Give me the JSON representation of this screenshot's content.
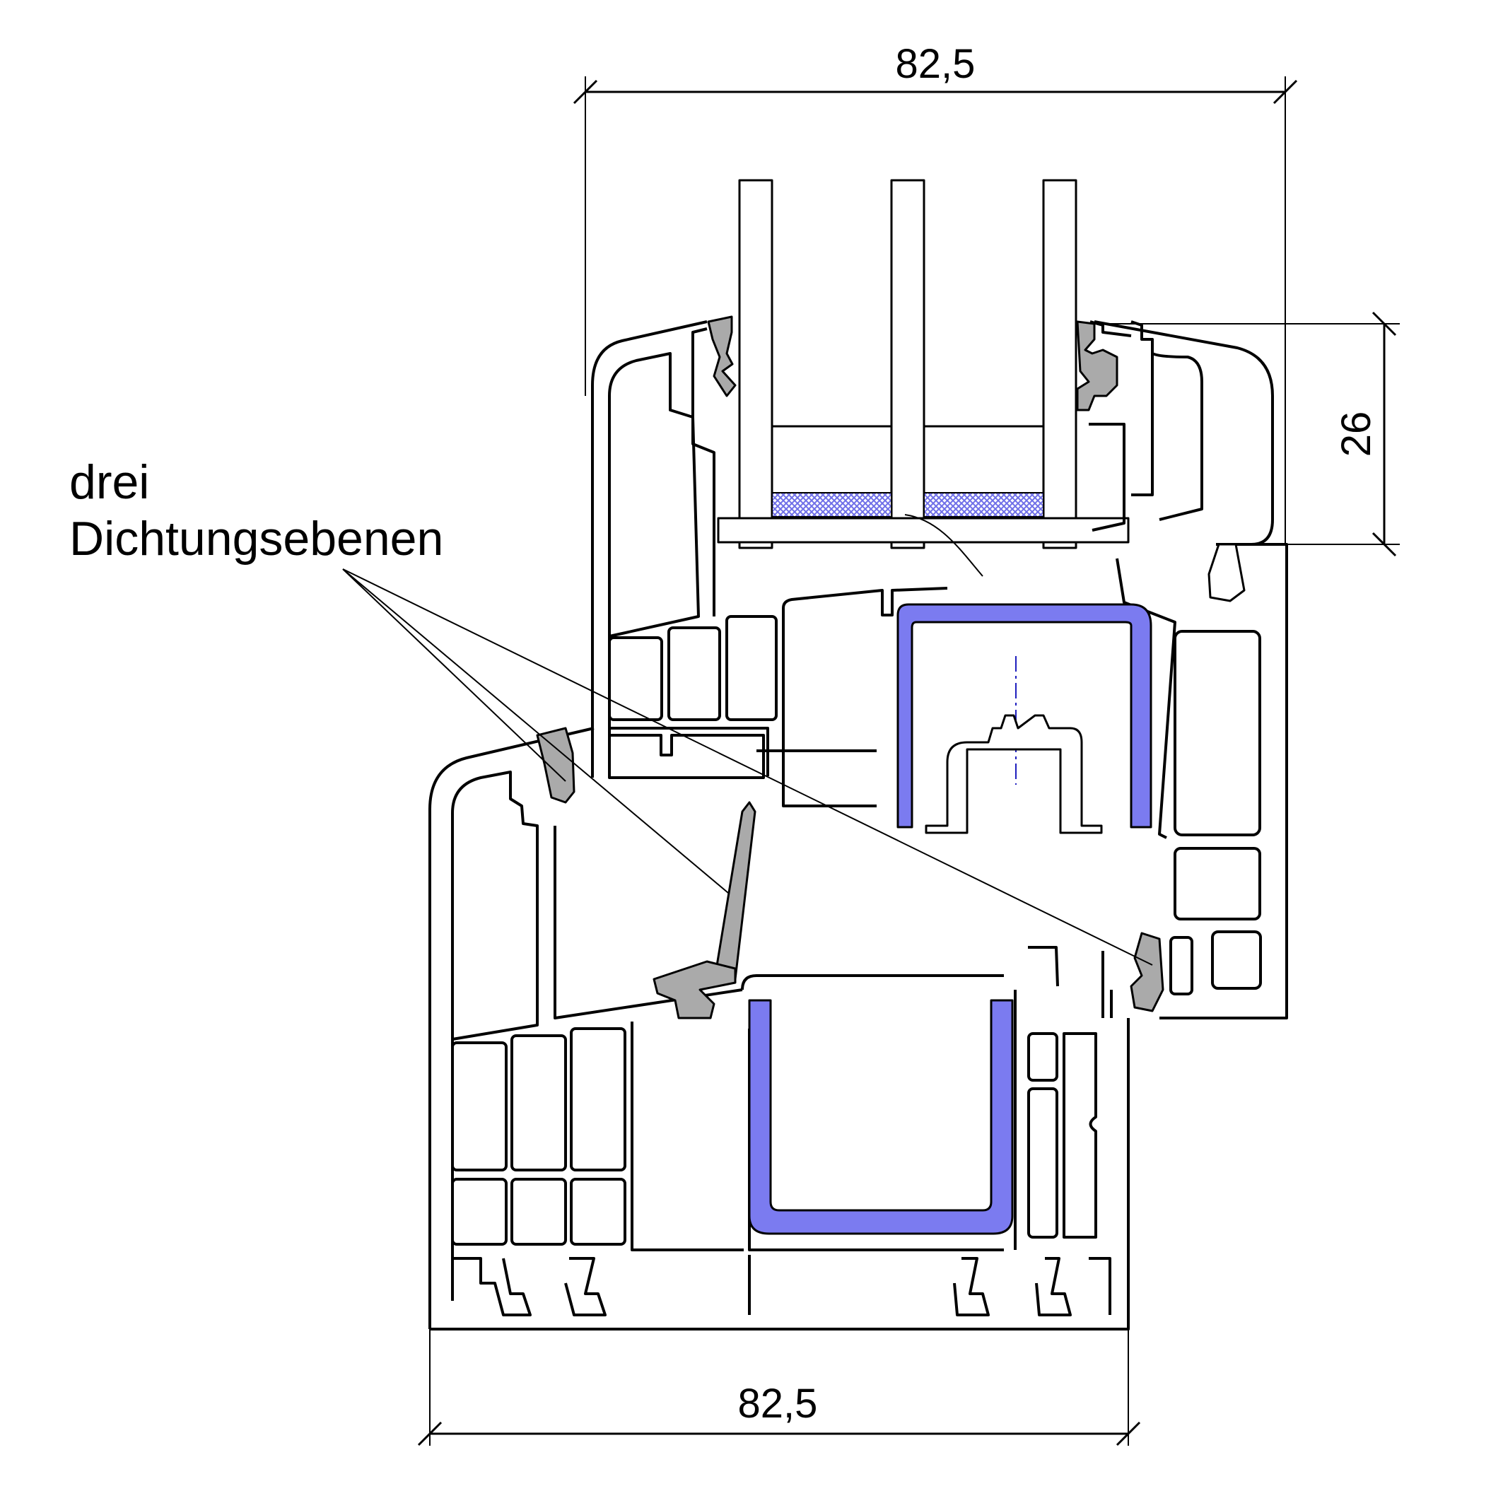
{
  "dimensions": {
    "top_width": "82,5",
    "bottom_width": "82,5",
    "rebate_height": "26"
  },
  "annotation": {
    "line1": "drei",
    "line2": "Dichtungsebenen"
  },
  "colors": {
    "steel_reinforcement": "#7b7bf0",
    "gasket": "#aaaaaa",
    "spacer_hatch": "#6f6fe8",
    "outline": "#000000"
  }
}
